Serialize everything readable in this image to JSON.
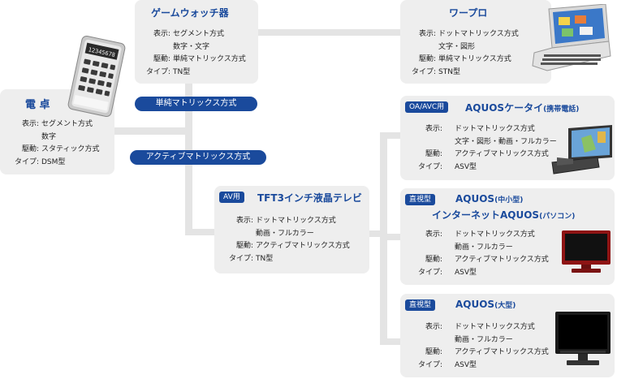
{
  "spec_labels": {
    "display": "表示:",
    "drive": "駆動:",
    "type": "タイプ:"
  },
  "tags": {
    "single_matrix": "単純マトリックス方式",
    "active_matrix": "アクティブマトリックス方式"
  },
  "calculator": {
    "title": "電 卓",
    "display_lines": [
      "セグメント方式",
      "数字"
    ],
    "drive": "スタティック方式",
    "type": "DSM型",
    "screen_text": "12345678"
  },
  "game_watch": {
    "title": "ゲームウォッチ器",
    "display_lines": [
      "セグメント方式",
      "数字・文字"
    ],
    "drive": "単純マトリックス方式",
    "type": "TN型"
  },
  "word_processor": {
    "title": "ワープロ",
    "display_lines": [
      "ドットマトリックス方式",
      "文字・図形"
    ],
    "drive": "単純マトリックス方式",
    "type": "STN型"
  },
  "tft_tv": {
    "badge": "AV用",
    "title": "TFT3インチ液晶テレビ",
    "display_lines": [
      "ドットマトリックス方式",
      "動画・フルカラー"
    ],
    "drive": "アクティブマトリックス方式",
    "type": "TN型"
  },
  "aquos_phone": {
    "badge": "OA/AVC用",
    "title": "AQUOSケータイ",
    "title_small": "(携帯電話)",
    "display_lines": [
      "ドットマトリックス方式",
      "文字・図形・動画・フルカラー"
    ],
    "drive": "アクティブマトリックス方式",
    "type": "ASV型"
  },
  "aquos_mid": {
    "badge": "直視型",
    "title": "AQUOS",
    "title_small": "(中小型)",
    "title2": "インターネットAQUOS",
    "title2_small": "(パソコン)",
    "display_lines": [
      "ドットマトリックス方式",
      "動画・フルカラー"
    ],
    "drive": "アクティブマトリックス方式",
    "type": "ASV型"
  },
  "aquos_large": {
    "badge": "直視型",
    "title": "AQUOS",
    "title_small": "(大型)",
    "display_lines": [
      "ドットマトリックス方式",
      "動画・フルカラー"
    ],
    "drive": "アクティブマトリックス方式",
    "type": "ASV型"
  },
  "colors": {
    "accent": "#1a4a9c",
    "box": "#eeeeee",
    "line": "#e4e4e4"
  }
}
